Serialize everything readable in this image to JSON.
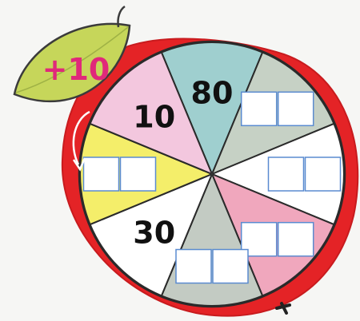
{
  "leaf": {
    "label": "+10"
  },
  "wheel": {
    "segments": [
      {
        "id": "top",
        "value": "80",
        "answer_boxes": 0,
        "color": "#9fcfcf"
      },
      {
        "id": "top-right",
        "value": "",
        "answer_boxes": 2,
        "color": "#c6d1c5"
      },
      {
        "id": "right",
        "value": "",
        "answer_boxes": 2,
        "color": "#ffffff"
      },
      {
        "id": "bottom-right",
        "value": "",
        "answer_boxes": 2,
        "color": "#f0a7bd"
      },
      {
        "id": "bottom",
        "value": "",
        "answer_boxes": 2,
        "color": "#c3cbc3"
      },
      {
        "id": "bottom-left",
        "value": "30",
        "answer_boxes": 0,
        "color": "#ffffff"
      },
      {
        "id": "left",
        "value": "",
        "answer_boxes": 2,
        "color": "#f4ee6a"
      },
      {
        "id": "top-left",
        "value": "10",
        "answer_boxes": 0,
        "color": "#f3c7de"
      }
    ]
  },
  "colors": {
    "apple_red": "#e42326",
    "leaf_green": "#c6d65a",
    "leaf_text": "#e0297a",
    "number_text": "#111111",
    "box_stroke": "#5a8bd0"
  }
}
